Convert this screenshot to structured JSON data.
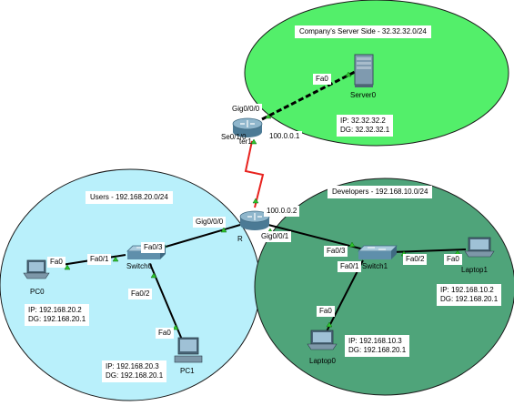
{
  "zones": {
    "server": {
      "title": "Company's Server Side - 32.32.32.0/24",
      "color": "#53ef6a"
    },
    "users": {
      "title": "Users - 192.168.20.0/24",
      "color": "#b9f0fb"
    },
    "developers": {
      "title": "Developers - 192.168.10.0/24",
      "color": "#4fa47a"
    }
  },
  "devices": {
    "server0": {
      "name": "Server0",
      "ip": "IP: 32.32.32.2",
      "dg": "DG: 32.32.32.1"
    },
    "router1": {
      "name": "Router1",
      "name_visible": "ter1"
    },
    "router0": {
      "name": "R"
    },
    "switch0": {
      "name": "Switch0"
    },
    "switch1": {
      "name": "Switch1"
    },
    "pc0": {
      "name": "PC0",
      "ip": "IP: 192.168.20.2",
      "dg": "DG: 192.168.20.1"
    },
    "pc1": {
      "name": "PC1",
      "ip": "IP: 192.168.20.3",
      "dg": "DG: 192.168.20.1"
    },
    "laptop0": {
      "name": "Laptop0",
      "ip": "IP: 192.168.10.3",
      "dg": "DG: 192.168.20.1"
    },
    "laptop1": {
      "name": "Laptop1",
      "ip": "IP: 192.168.10.2",
      "dg": "DG: 192.168.20.1"
    }
  },
  "ports": {
    "server_fa0": "Fa0",
    "r1_gig000": "Gig0/0/0",
    "r1_se010": "Se0/1/0",
    "r1_serial_ip": "100.0.0.1",
    "r0_serial_ip": "100.0.0.2",
    "r0_gig000": "Gig0/0/0",
    "r0_gig001": "Gig0/0/1",
    "pc0_fa0": "Fa0",
    "sw0_fa01": "Fa0/1",
    "sw0_fa03": "Fa0/3",
    "sw0_fa02": "Fa0/2",
    "pc1_fa0": "Fa0",
    "sw1_fa03": "Fa0/3",
    "sw1_fa01": "Fa0/1",
    "sw1_fa02": "Fa0/2",
    "laptop1_fa0": "Fa0",
    "laptop0_fa0": "Fa0"
  },
  "link_colors": {
    "copper": "#000000",
    "serial": "#e8231f",
    "port_up": "#2fc42f"
  }
}
